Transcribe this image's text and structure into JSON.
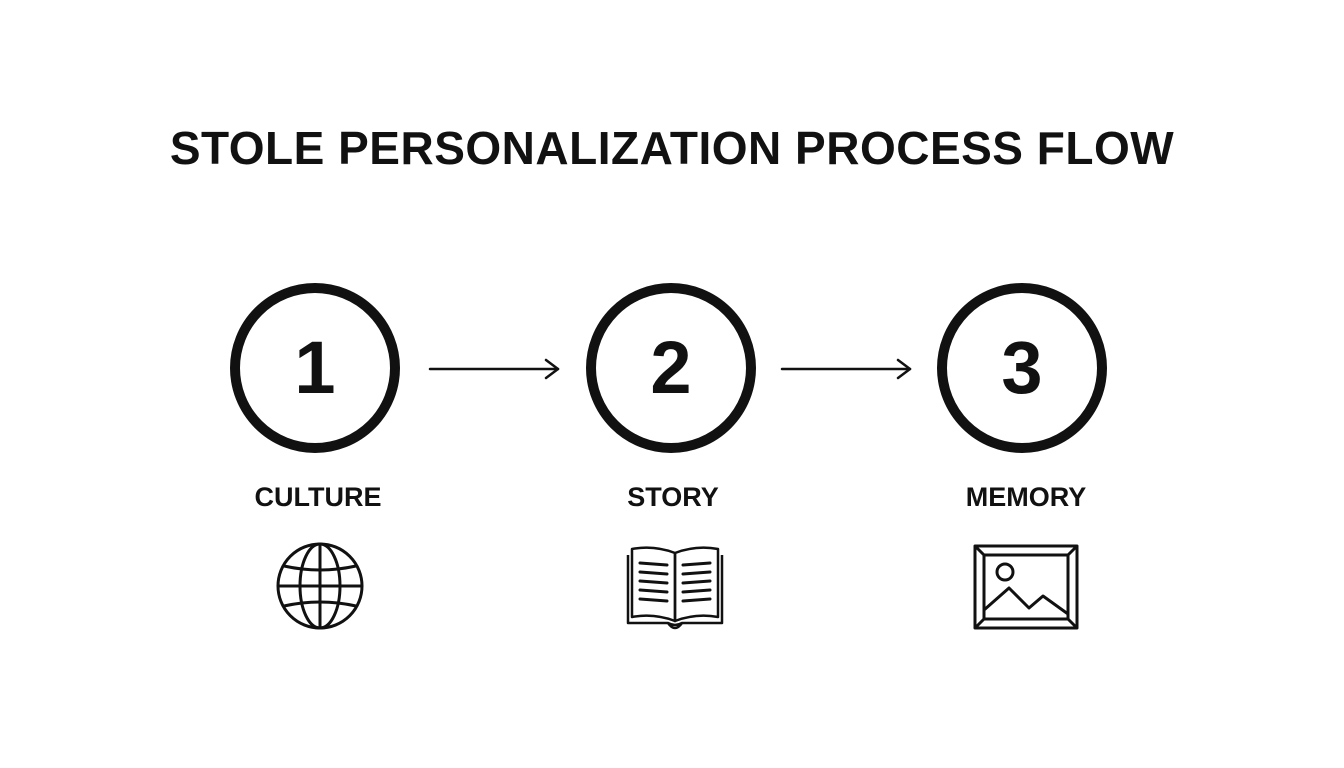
{
  "title": "STOLE PERSONALIZATION PROCESS FLOW",
  "steps": [
    {
      "number": "1",
      "label": "CULTURE",
      "icon": "globe-icon"
    },
    {
      "number": "2",
      "label": "STORY",
      "icon": "open-book-icon"
    },
    {
      "number": "3",
      "label": "MEMORY",
      "icon": "framed-picture-icon"
    }
  ],
  "connectors": [
    "arrow-right",
    "arrow-right"
  ],
  "colors": {
    "stroke": "#111111",
    "background": "#ffffff"
  }
}
